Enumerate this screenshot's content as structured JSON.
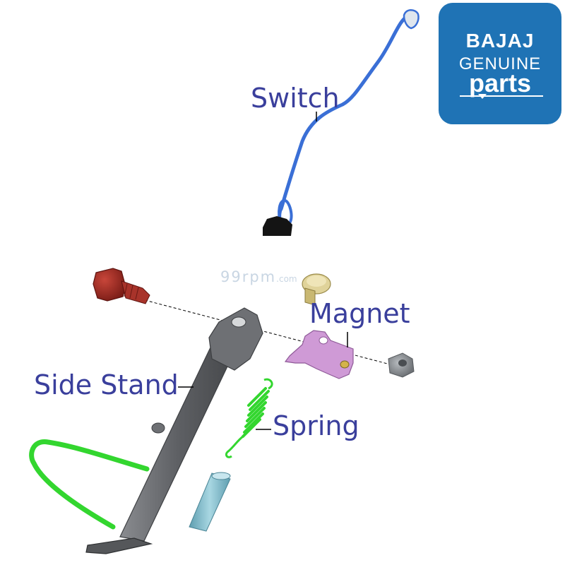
{
  "logo": {
    "brand": "BAJAJ",
    "line2": "GENUINE",
    "line3": "parts",
    "color": "#1f73b5"
  },
  "watermark": {
    "main": "99rpm",
    "domain": ".com"
  },
  "labels": {
    "switch": "Switch",
    "magnet": "Magnet",
    "side_stand": "Side Stand",
    "spring": "Spring",
    "color": "#3a3f9c"
  },
  "part_colors": {
    "switch_cable": "#3a6fd6",
    "bolt": "#9e2a22",
    "stand": "#6b6d70",
    "spring": "#33d62f",
    "magnet_bracket": "#cf9ad6",
    "knob": "#d8c98a",
    "nut": "#8e9296",
    "sleeve": "#7fb8c8"
  }
}
